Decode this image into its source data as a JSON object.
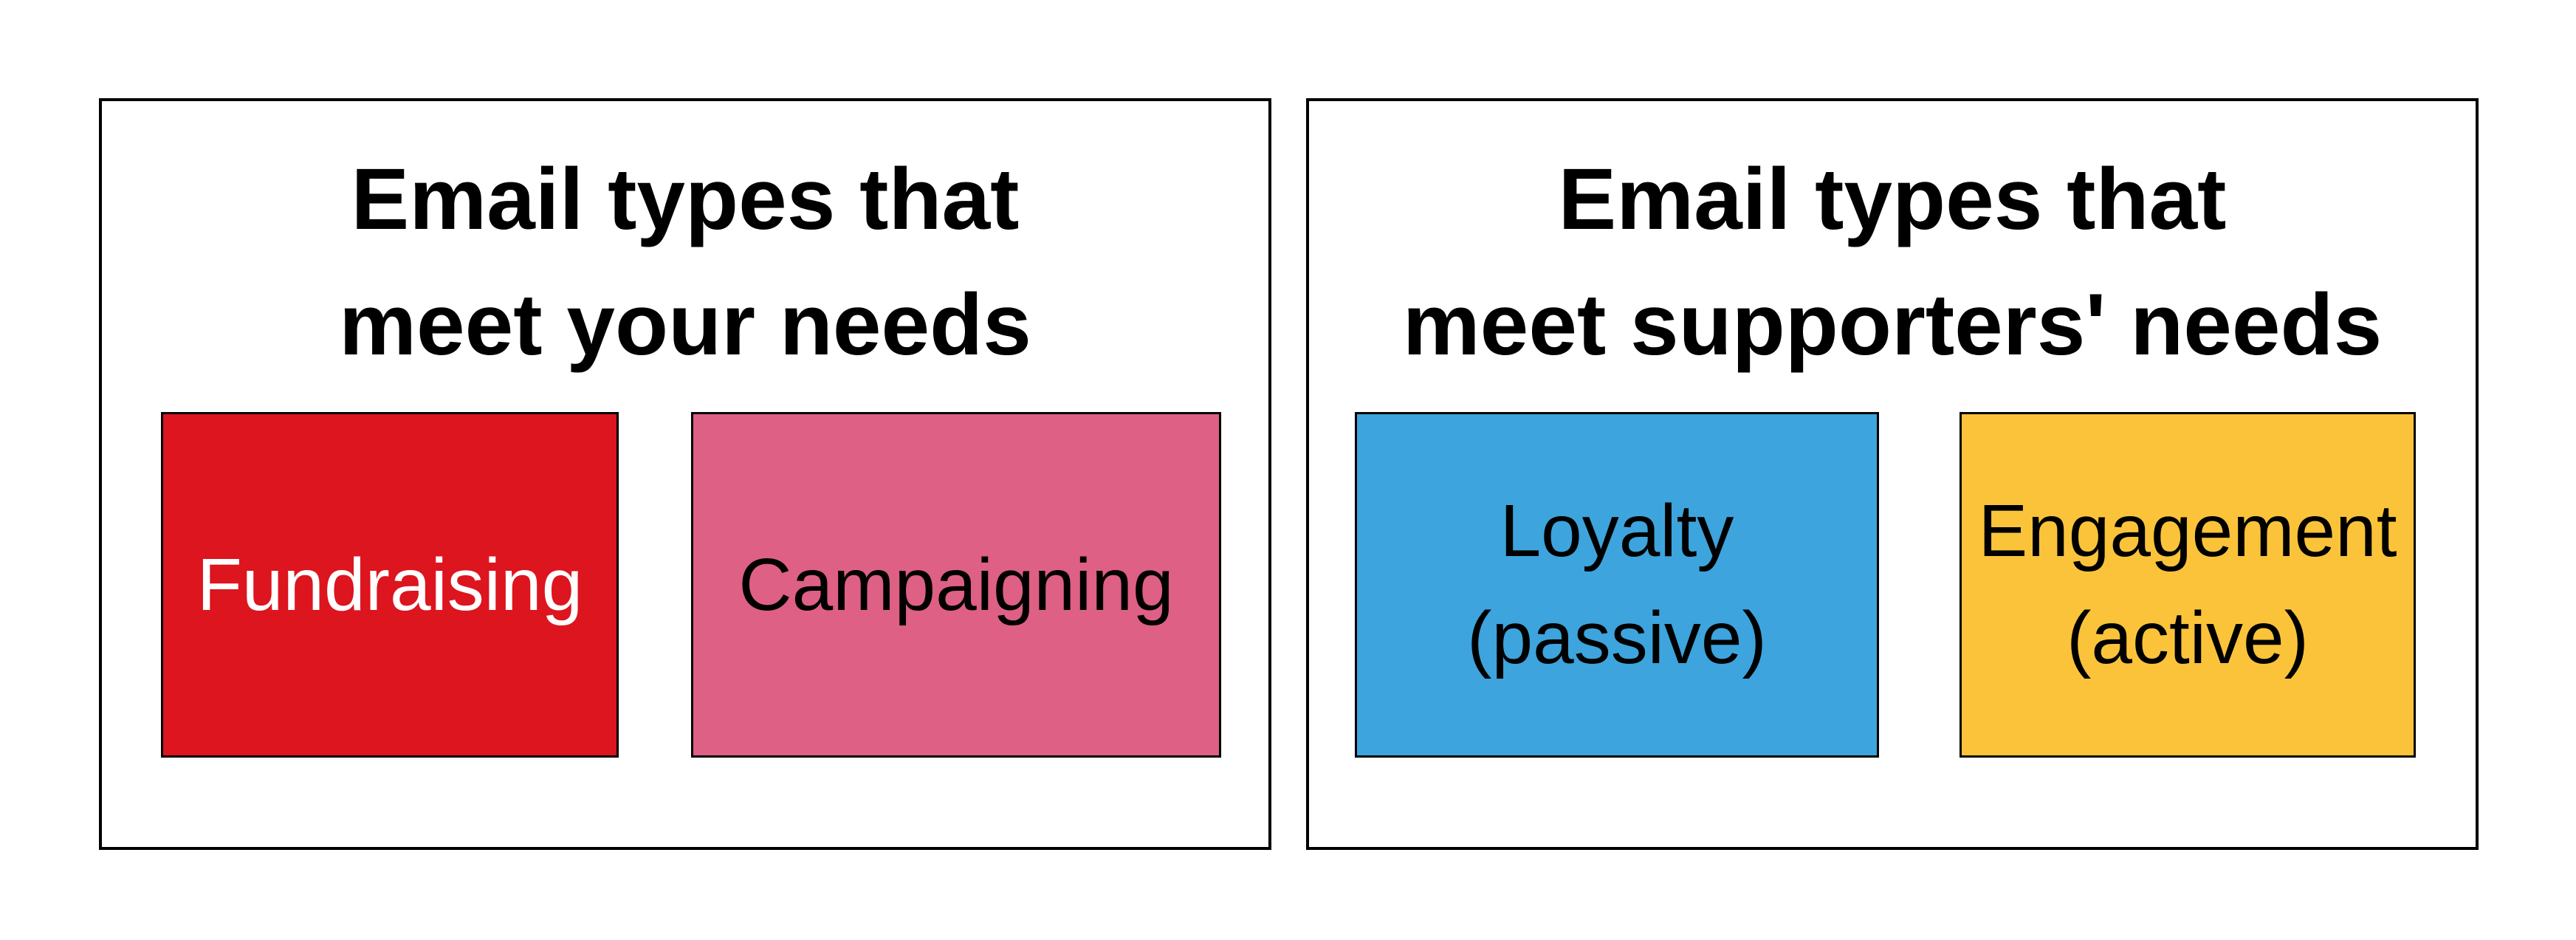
{
  "panels": [
    {
      "title_line1": "Email types that",
      "title_line2": "meet your needs",
      "cards": [
        {
          "label_line1": "Fundraising",
          "color": "#DC151E",
          "text_color": "#FFFFFF"
        },
        {
          "label_line1": "Campaigning",
          "color": "#DE6084",
          "text_color": "#000000"
        }
      ]
    },
    {
      "title_line1": "Email types that",
      "title_line2": "meet supporters' needs",
      "cards": [
        {
          "label_line1": "Loyalty",
          "label_line2": "(passive)",
          "color": "#3DA4DD",
          "text_color": "#000000"
        },
        {
          "label_line1": "Engagement",
          "label_line2": "(active)",
          "color": "#FAC33A",
          "text_color": "#000000"
        }
      ]
    }
  ]
}
